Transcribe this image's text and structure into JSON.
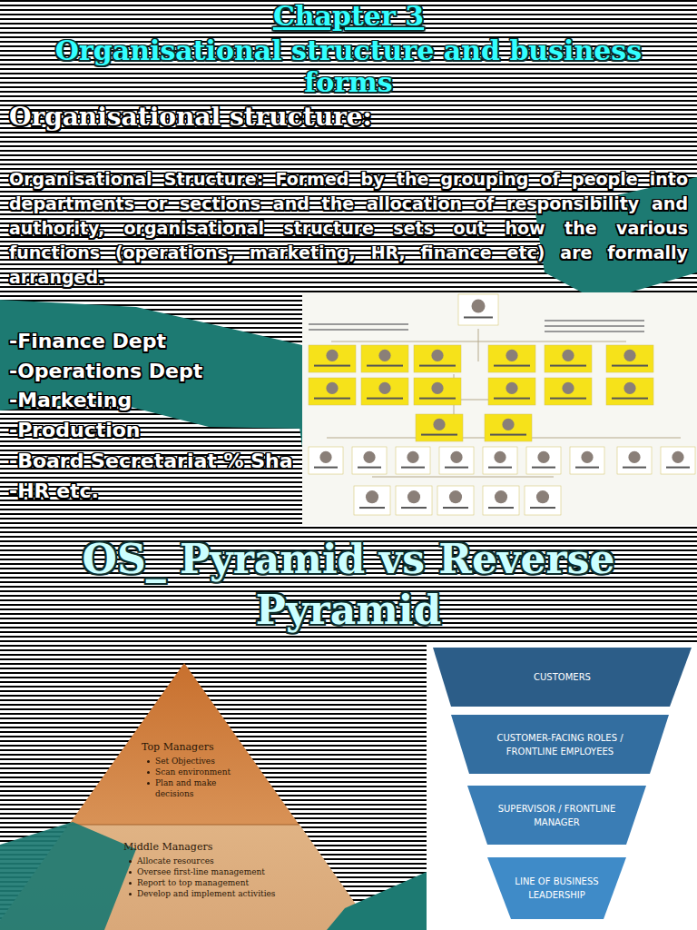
{
  "diagram": {
    "title": "Chapter 3",
    "nodes": [
      {
        "text": [
          "Top Managers",
          "Set Objectives",
          "Scan environment",
          "Plan and make decisions"
        ]
      },
      {
        "text": [
          "Middle Managers",
          "Allocate resources",
          "Oversee first-line management",
          "Report to top management",
          "Develop and implement activities"
        ]
      },
      {
        "text": [
          "CUSTOMERS"
        ]
      },
      {
        "text": [
          "CUSTOMER-FACING ROLES / FRONTLINE EMPLOYEES"
        ]
      },
      {
        "text": [
          "SUPERVISOR / FRONTLINE MANAGER"
        ]
      },
      {
        "text": [
          "LINE OF BUSINESS LEADERSHIP"
        ]
      }
    ],
    "labels": [
      "Organisational structure and business forms",
      "Organisational structure:",
      "Organisational Structure: Formed by the grouping of people into departments or sections and the allocation of responsibility and authority, organisational structure sets out how the various functions (operations, marketing, HR, finance etc) are formally arranged.",
      "-Finance Dept",
      "-Operations Dept",
      "-Marketing",
      "-Production",
      "-Board Secretariat % Sha",
      "-HR etc.",
      "OS_ Pyramid vs Reverse Pyramid"
    ]
  }
}
